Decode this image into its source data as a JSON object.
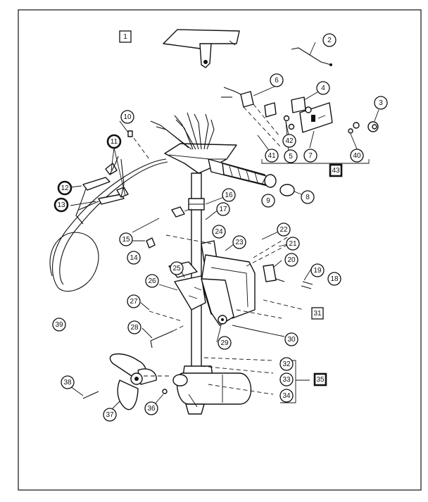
{
  "callouts": [
    {
      "id": "c1",
      "label": "1",
      "shape": "square"
    },
    {
      "id": "c2",
      "label": "2",
      "shape": "circle"
    },
    {
      "id": "c3",
      "label": "3",
      "shape": "circle"
    },
    {
      "id": "c4",
      "label": "4",
      "shape": "circle"
    },
    {
      "id": "c5",
      "label": "5",
      "shape": "circle"
    },
    {
      "id": "c6",
      "label": "6",
      "shape": "circle"
    },
    {
      "id": "c7",
      "label": "7",
      "shape": "circle"
    },
    {
      "id": "c8",
      "label": "8",
      "shape": "circle"
    },
    {
      "id": "c9",
      "label": "9",
      "shape": "circle"
    },
    {
      "id": "c10",
      "label": "10",
      "shape": "circle"
    },
    {
      "id": "c11",
      "label": "11",
      "shape": "circle-bold"
    },
    {
      "id": "c12",
      "label": "12",
      "shape": "circle-bold"
    },
    {
      "id": "c13",
      "label": "13",
      "shape": "circle-bold"
    },
    {
      "id": "c14",
      "label": "14",
      "shape": "circle"
    },
    {
      "id": "c15",
      "label": "15",
      "shape": "circle"
    },
    {
      "id": "c16",
      "label": "16",
      "shape": "circle"
    },
    {
      "id": "c17",
      "label": "17",
      "shape": "circle"
    },
    {
      "id": "c18",
      "label": "18",
      "shape": "circle"
    },
    {
      "id": "c19",
      "label": "19",
      "shape": "circle"
    },
    {
      "id": "c20",
      "label": "20",
      "shape": "circle"
    },
    {
      "id": "c21",
      "label": "21",
      "shape": "circle"
    },
    {
      "id": "c22",
      "label": "22",
      "shape": "circle"
    },
    {
      "id": "c23",
      "label": "23",
      "shape": "circle"
    },
    {
      "id": "c24",
      "label": "24",
      "shape": "circle"
    },
    {
      "id": "c25",
      "label": "25",
      "shape": "circle"
    },
    {
      "id": "c26",
      "label": "26",
      "shape": "circle"
    },
    {
      "id": "c27",
      "label": "27",
      "shape": "circle"
    },
    {
      "id": "c28",
      "label": "28",
      "shape": "circle"
    },
    {
      "id": "c29",
      "label": "29",
      "shape": "circle"
    },
    {
      "id": "c30",
      "label": "30",
      "shape": "circle"
    },
    {
      "id": "c31",
      "label": "31",
      "shape": "square"
    },
    {
      "id": "c32",
      "label": "32",
      "shape": "circle"
    },
    {
      "id": "c33",
      "label": "33",
      "shape": "circle"
    },
    {
      "id": "c34",
      "label": "34",
      "shape": "circle"
    },
    {
      "id": "c35",
      "label": "35",
      "shape": "square-bold"
    },
    {
      "id": "c36",
      "label": "36",
      "shape": "circle"
    },
    {
      "id": "c37",
      "label": "37",
      "shape": "circle"
    },
    {
      "id": "c38",
      "label": "38",
      "shape": "circle"
    },
    {
      "id": "c39",
      "label": "39",
      "shape": "circle"
    },
    {
      "id": "c40",
      "label": "40",
      "shape": "circle"
    },
    {
      "id": "c41",
      "label": "41",
      "shape": "circle"
    },
    {
      "id": "c42",
      "label": "42",
      "shape": "circle"
    },
    {
      "id": "c43",
      "label": "43",
      "shape": "square-bold"
    }
  ]
}
